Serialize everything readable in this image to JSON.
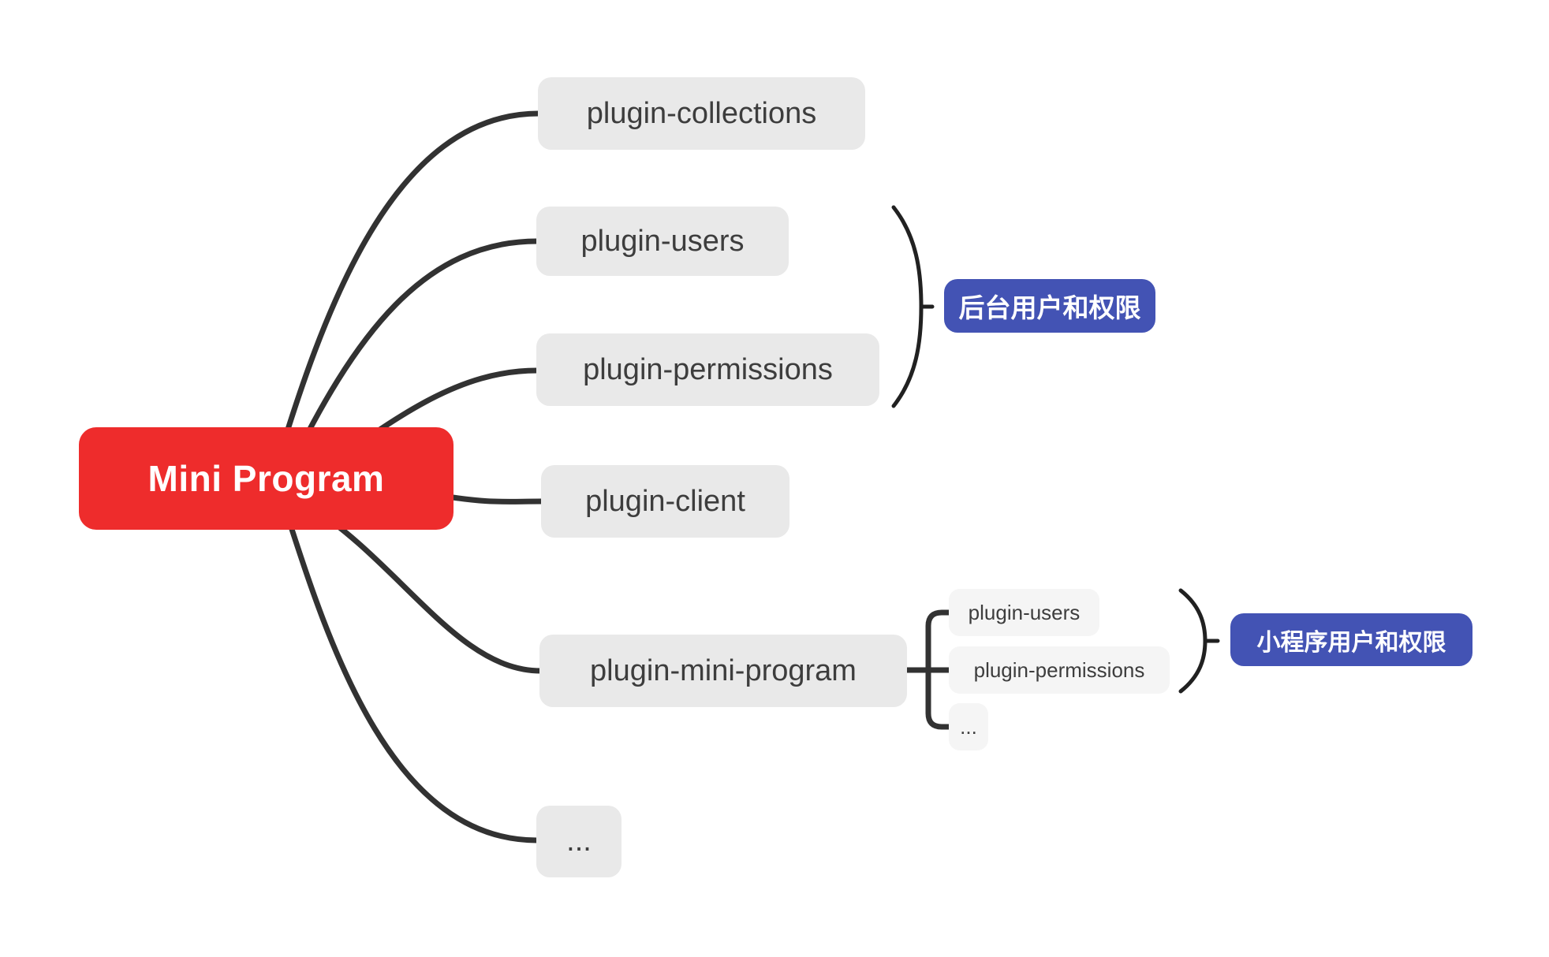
{
  "root": {
    "label": "Mini Program"
  },
  "branches": {
    "collections": {
      "label": "plugin-collections"
    },
    "users": {
      "label": "plugin-users"
    },
    "permissions": {
      "label": "plugin-permissions"
    },
    "client": {
      "label": "plugin-client"
    },
    "mini_program": {
      "label": "plugin-mini-program"
    },
    "more": {
      "label": "..."
    }
  },
  "mini_program_children": {
    "users": {
      "label": "plugin-users"
    },
    "permissions": {
      "label": "plugin-permissions"
    },
    "more": {
      "label": "..."
    }
  },
  "annotations": {
    "backend": {
      "label": "后台用户和权限"
    },
    "miniprogram": {
      "label": "小程序用户和权限"
    }
  },
  "colors": {
    "root_bg": "#ee2c2c",
    "badge_bg": "#4353b4",
    "branch_bg": "#e9e9e9",
    "child_bg": "#f5f5f5",
    "connector": "#323232",
    "bracket": "#212121",
    "text_dark": "#3d3d3d",
    "text_light": "#ffffff"
  }
}
